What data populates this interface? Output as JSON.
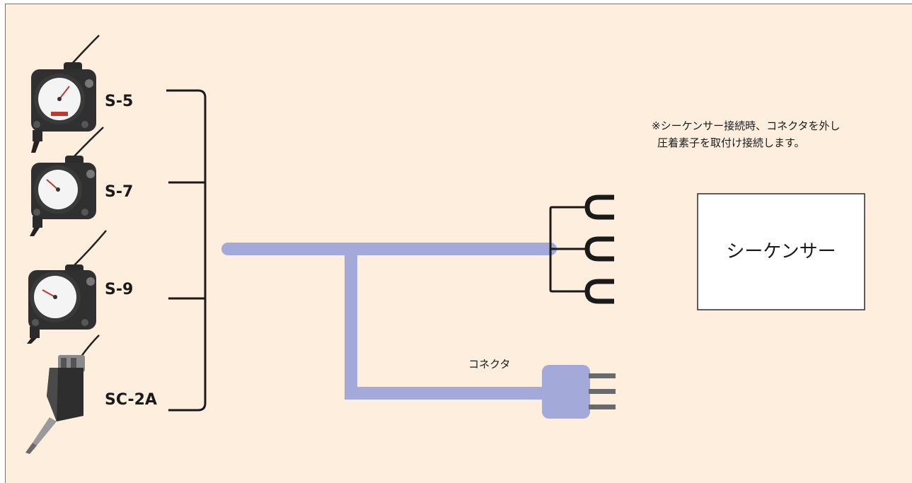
{
  "devices": [
    {
      "label": "S-5",
      "icon": "dial-gauge-icon"
    },
    {
      "label": "S-7",
      "icon": "dial-gauge-icon"
    },
    {
      "label": "S-9",
      "icon": "dial-gauge-icon"
    },
    {
      "label": "SC-2A",
      "icon": "contact-sensor-icon"
    }
  ],
  "note": {
    "line1": "※シーケンサー接続時、コネクタを外し",
    "line2": "圧着素子を取付け接続します。"
  },
  "sequencer_label": "シーケンサー",
  "connector_label": "コネクタ",
  "colors": {
    "background": "#fdeedd",
    "cable": "#a3a9d8",
    "line": "#1a1a1a"
  }
}
